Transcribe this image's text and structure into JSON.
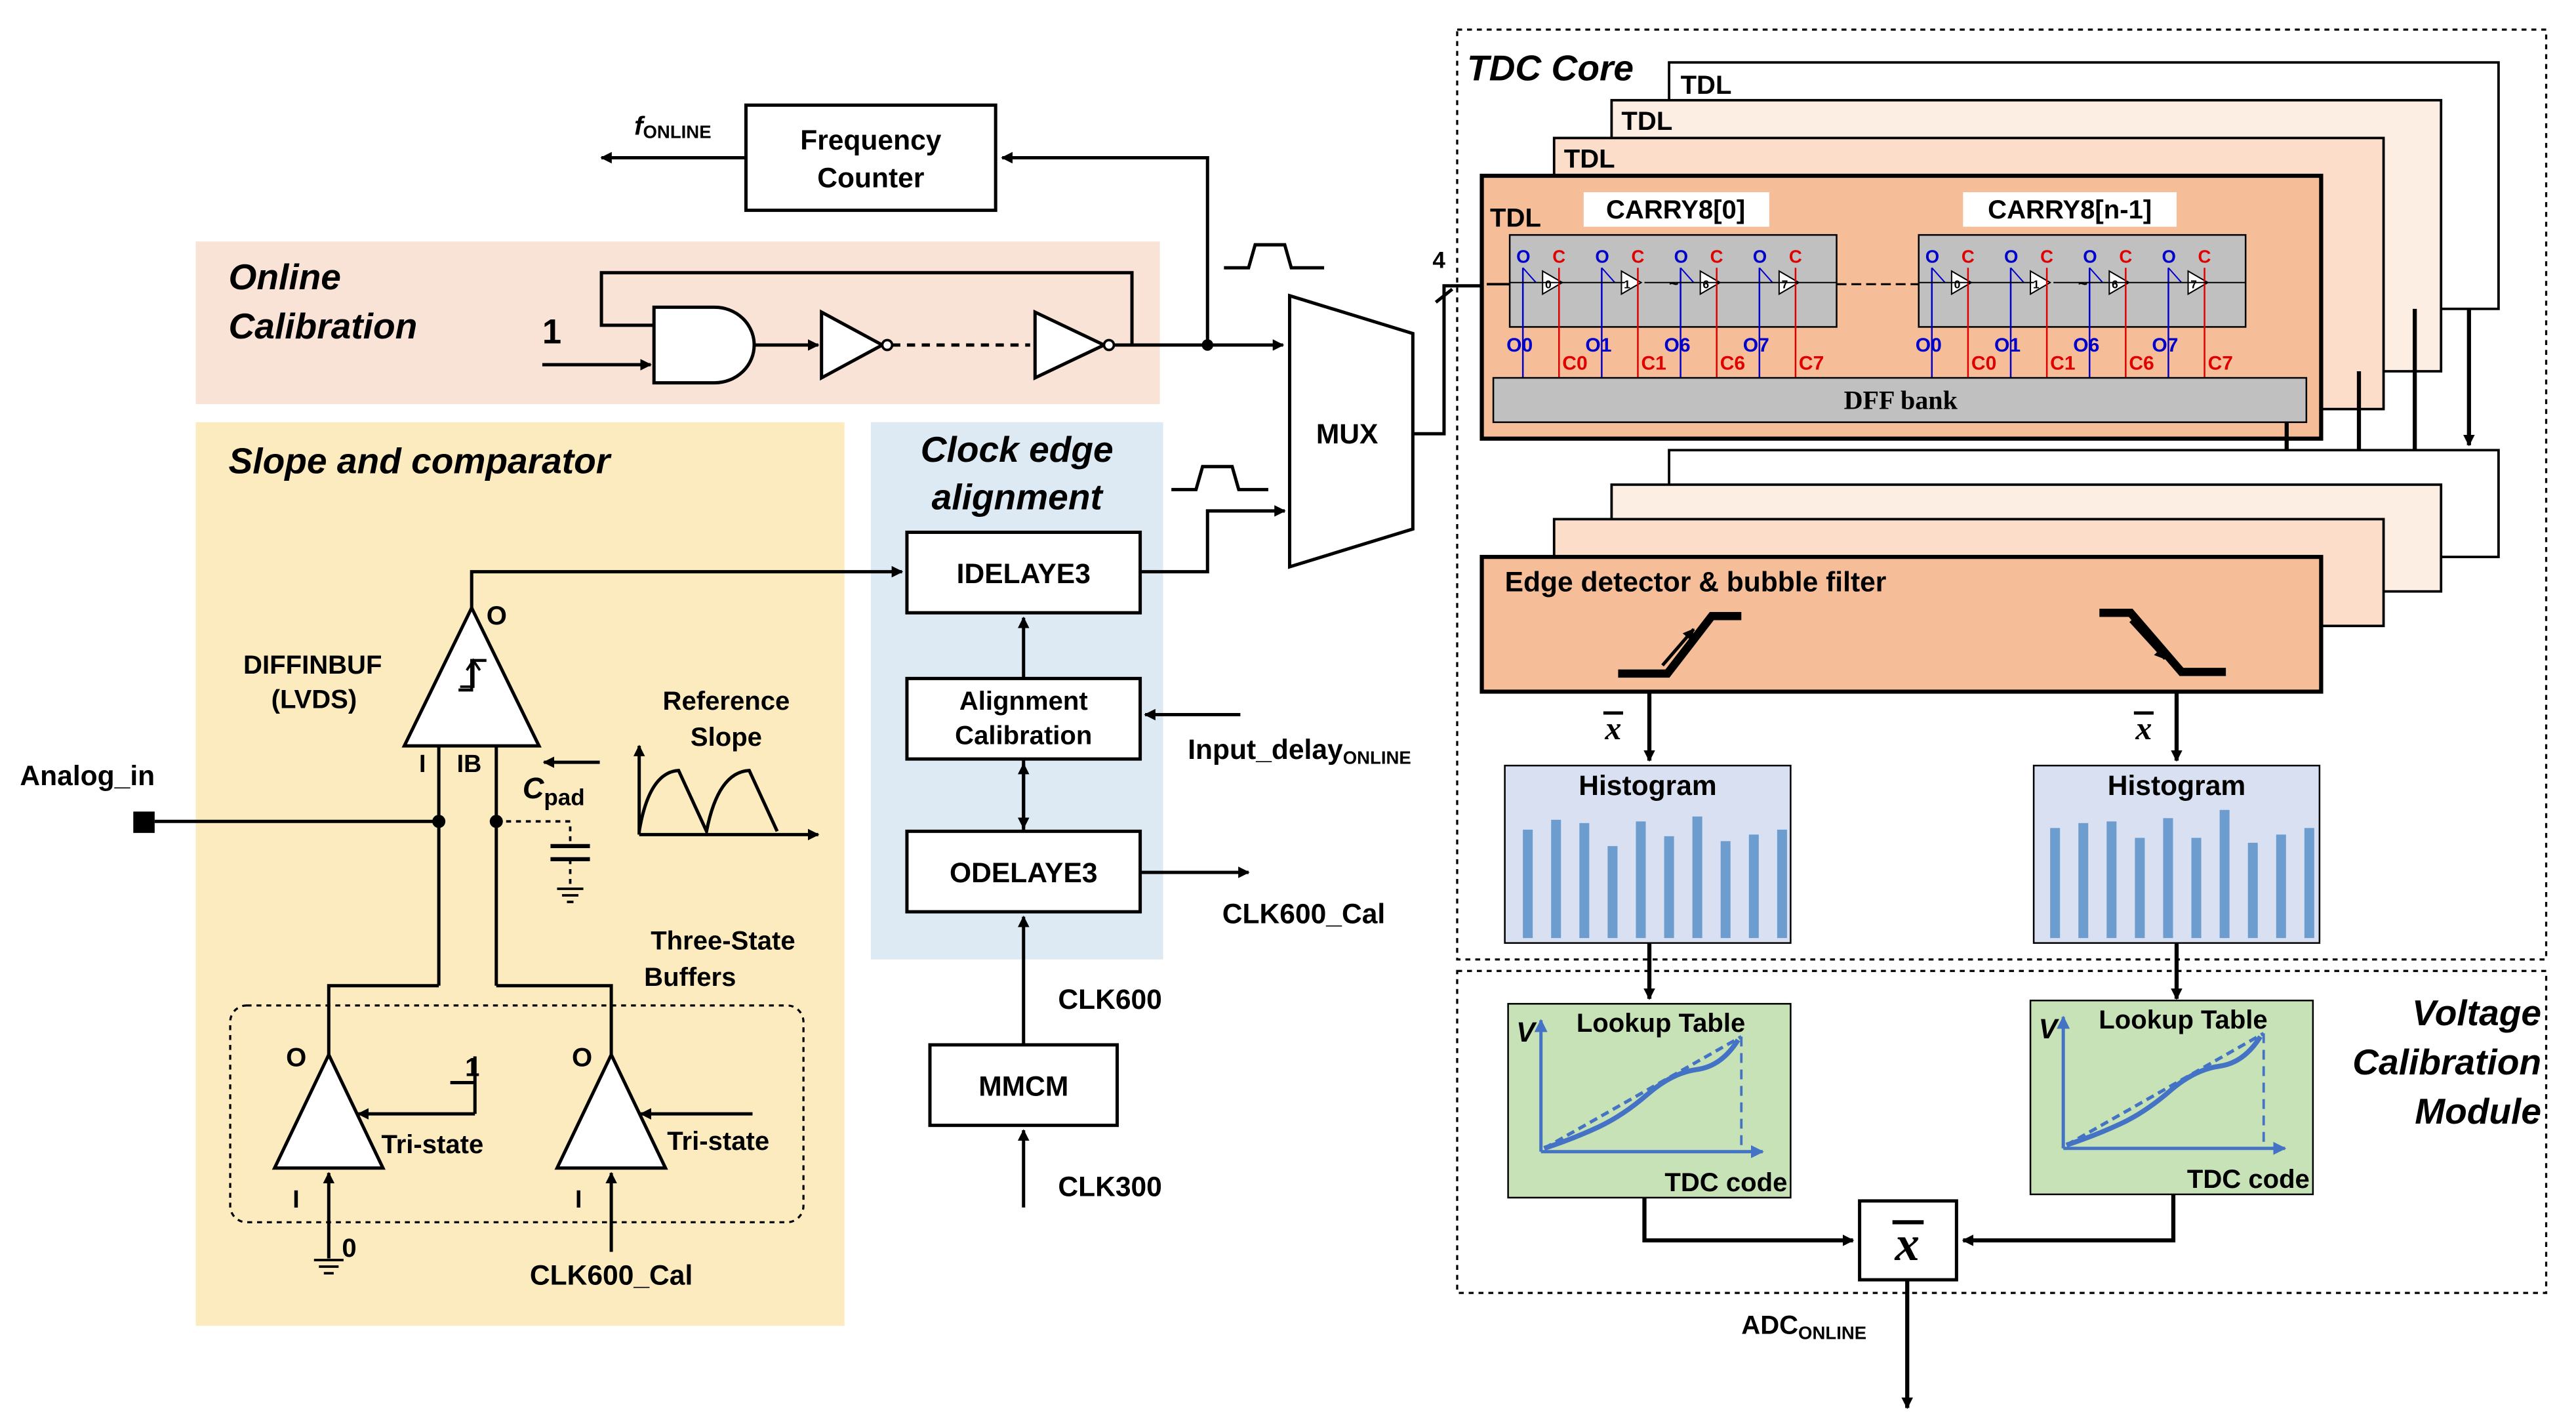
{
  "labels": {
    "online_calibration": [
      "Online",
      "Calibration"
    ],
    "slope_and_comparator": "Slope and comparator",
    "clock_edge_alignment": [
      "Clock edge",
      "alignment"
    ],
    "tdc_core": "TDC Core",
    "voltage_calibration_module": [
      "Voltage",
      "Calibration",
      "Module"
    ],
    "frequency_counter": [
      "Frequency",
      "Counter"
    ],
    "f_online": "f",
    "f_online_sub": "ONLINE",
    "constant_one": "1",
    "mux": "MUX",
    "bus_width": "4",
    "idelaye3": "IDELAYE3",
    "alignment_calibration": [
      "Alignment",
      "Calibration"
    ],
    "odelaye3": "ODELAYE3",
    "mmcm": "MMCM",
    "input_delay": "Input_delay",
    "input_delay_sub": "ONLINE",
    "clk600_cal": "CLK600_Cal",
    "clk600": "CLK600",
    "clk300": "CLK300",
    "diffinbuf": [
      "DIFFINBUF",
      "(LVDS)"
    ],
    "port_o": "O",
    "port_i": "I",
    "port_ib": "IB",
    "analog_in": "Analog_in",
    "reference_slope": [
      "Reference",
      "Slope"
    ],
    "c_pad": "C",
    "c_pad_sub": "pad",
    "three_state_buffers": [
      "Three-State",
      "Buffers"
    ],
    "tri_state": "Tri-state",
    "zero": "0",
    "tdl": "TDL",
    "carry8_first": "CARRY8[0]",
    "carry8_last": "CARRY8[n-1]",
    "o_letter": "O",
    "c_letter": "C",
    "carry_outs_o": [
      "O0",
      "O1",
      "O6",
      "O7"
    ],
    "carry_outs_c": [
      "C0",
      "C1",
      "C6",
      "C7"
    ],
    "cell_digits": [
      "0",
      "1",
      "6",
      "7"
    ],
    "dff_bank": "DFF bank",
    "edge_detector": "Edge detector & bubble filter",
    "x_bar": "x",
    "histogram": "Histogram",
    "lookup_table": "Lookup Table",
    "v_axis": "V",
    "tdc_code": "TDC code",
    "adc_online": "ADC",
    "adc_online_sub": "ONLINE"
  },
  "colors": {
    "online_calibration_bg": "#F9E3D6",
    "slope_bg": "#FDEBC0",
    "clock_align_bg": "#DDEAF3",
    "tdl_front": "#F5BE98",
    "tdl_back": "#FBDDCA",
    "carry_cell": "#C0C0C0",
    "histogram_bg": "#D9E0F2",
    "histogram_bar": "#6D9CCF",
    "lookup_bg": "#C7E2B6",
    "lookup_curve": "#4472C4"
  }
}
